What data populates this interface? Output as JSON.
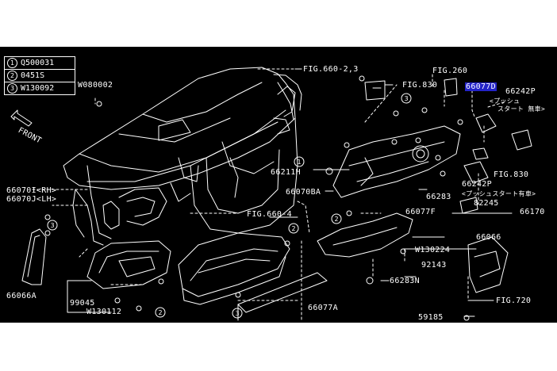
{
  "legend": [
    {
      "num": "1",
      "part": "Q500031"
    },
    {
      "num": "2",
      "part": "0451S"
    },
    {
      "num": "3",
      "part": "W130092"
    }
  ],
  "labels": {
    "front": "FRONT",
    "w080002": "W080002",
    "fig660_23": "FIG.660-2,3",
    "fig260": "FIG.260",
    "fig830_top": "FIG.830",
    "p66077d": "66077D",
    "p66242p_top": "66242P",
    "push_start_top_1": "<プッシュ",
    "push_start_top_2": "スタート 無車>",
    "p66211h": "66211H",
    "p66070i_rh": "66070I<RH>",
    "p66070j_lh": "66070J<LH>",
    "p66070ba": "66070BA",
    "p66283": "66283",
    "fig830_right": "FIG.830",
    "p66242p_bot": "66242P",
    "push_start_bot": "<プッシュスタート有車>",
    "p82245": "82245",
    "p66170": "66170",
    "fig660_4": "FIG.660-4",
    "p66077f": "66077F",
    "p66066": "66066",
    "w130224": "W130224",
    "p92143": "92143",
    "p66283n": "66283N",
    "p66066a": "66066A",
    "p99045": "99045",
    "w130112": "W130112",
    "fig720": "FIG.720",
    "p66077a": "66077A",
    "p59185": "59185"
  },
  "colors": {
    "background": "#000000",
    "line": "#ffffff",
    "highlight": "#2323c8"
  }
}
